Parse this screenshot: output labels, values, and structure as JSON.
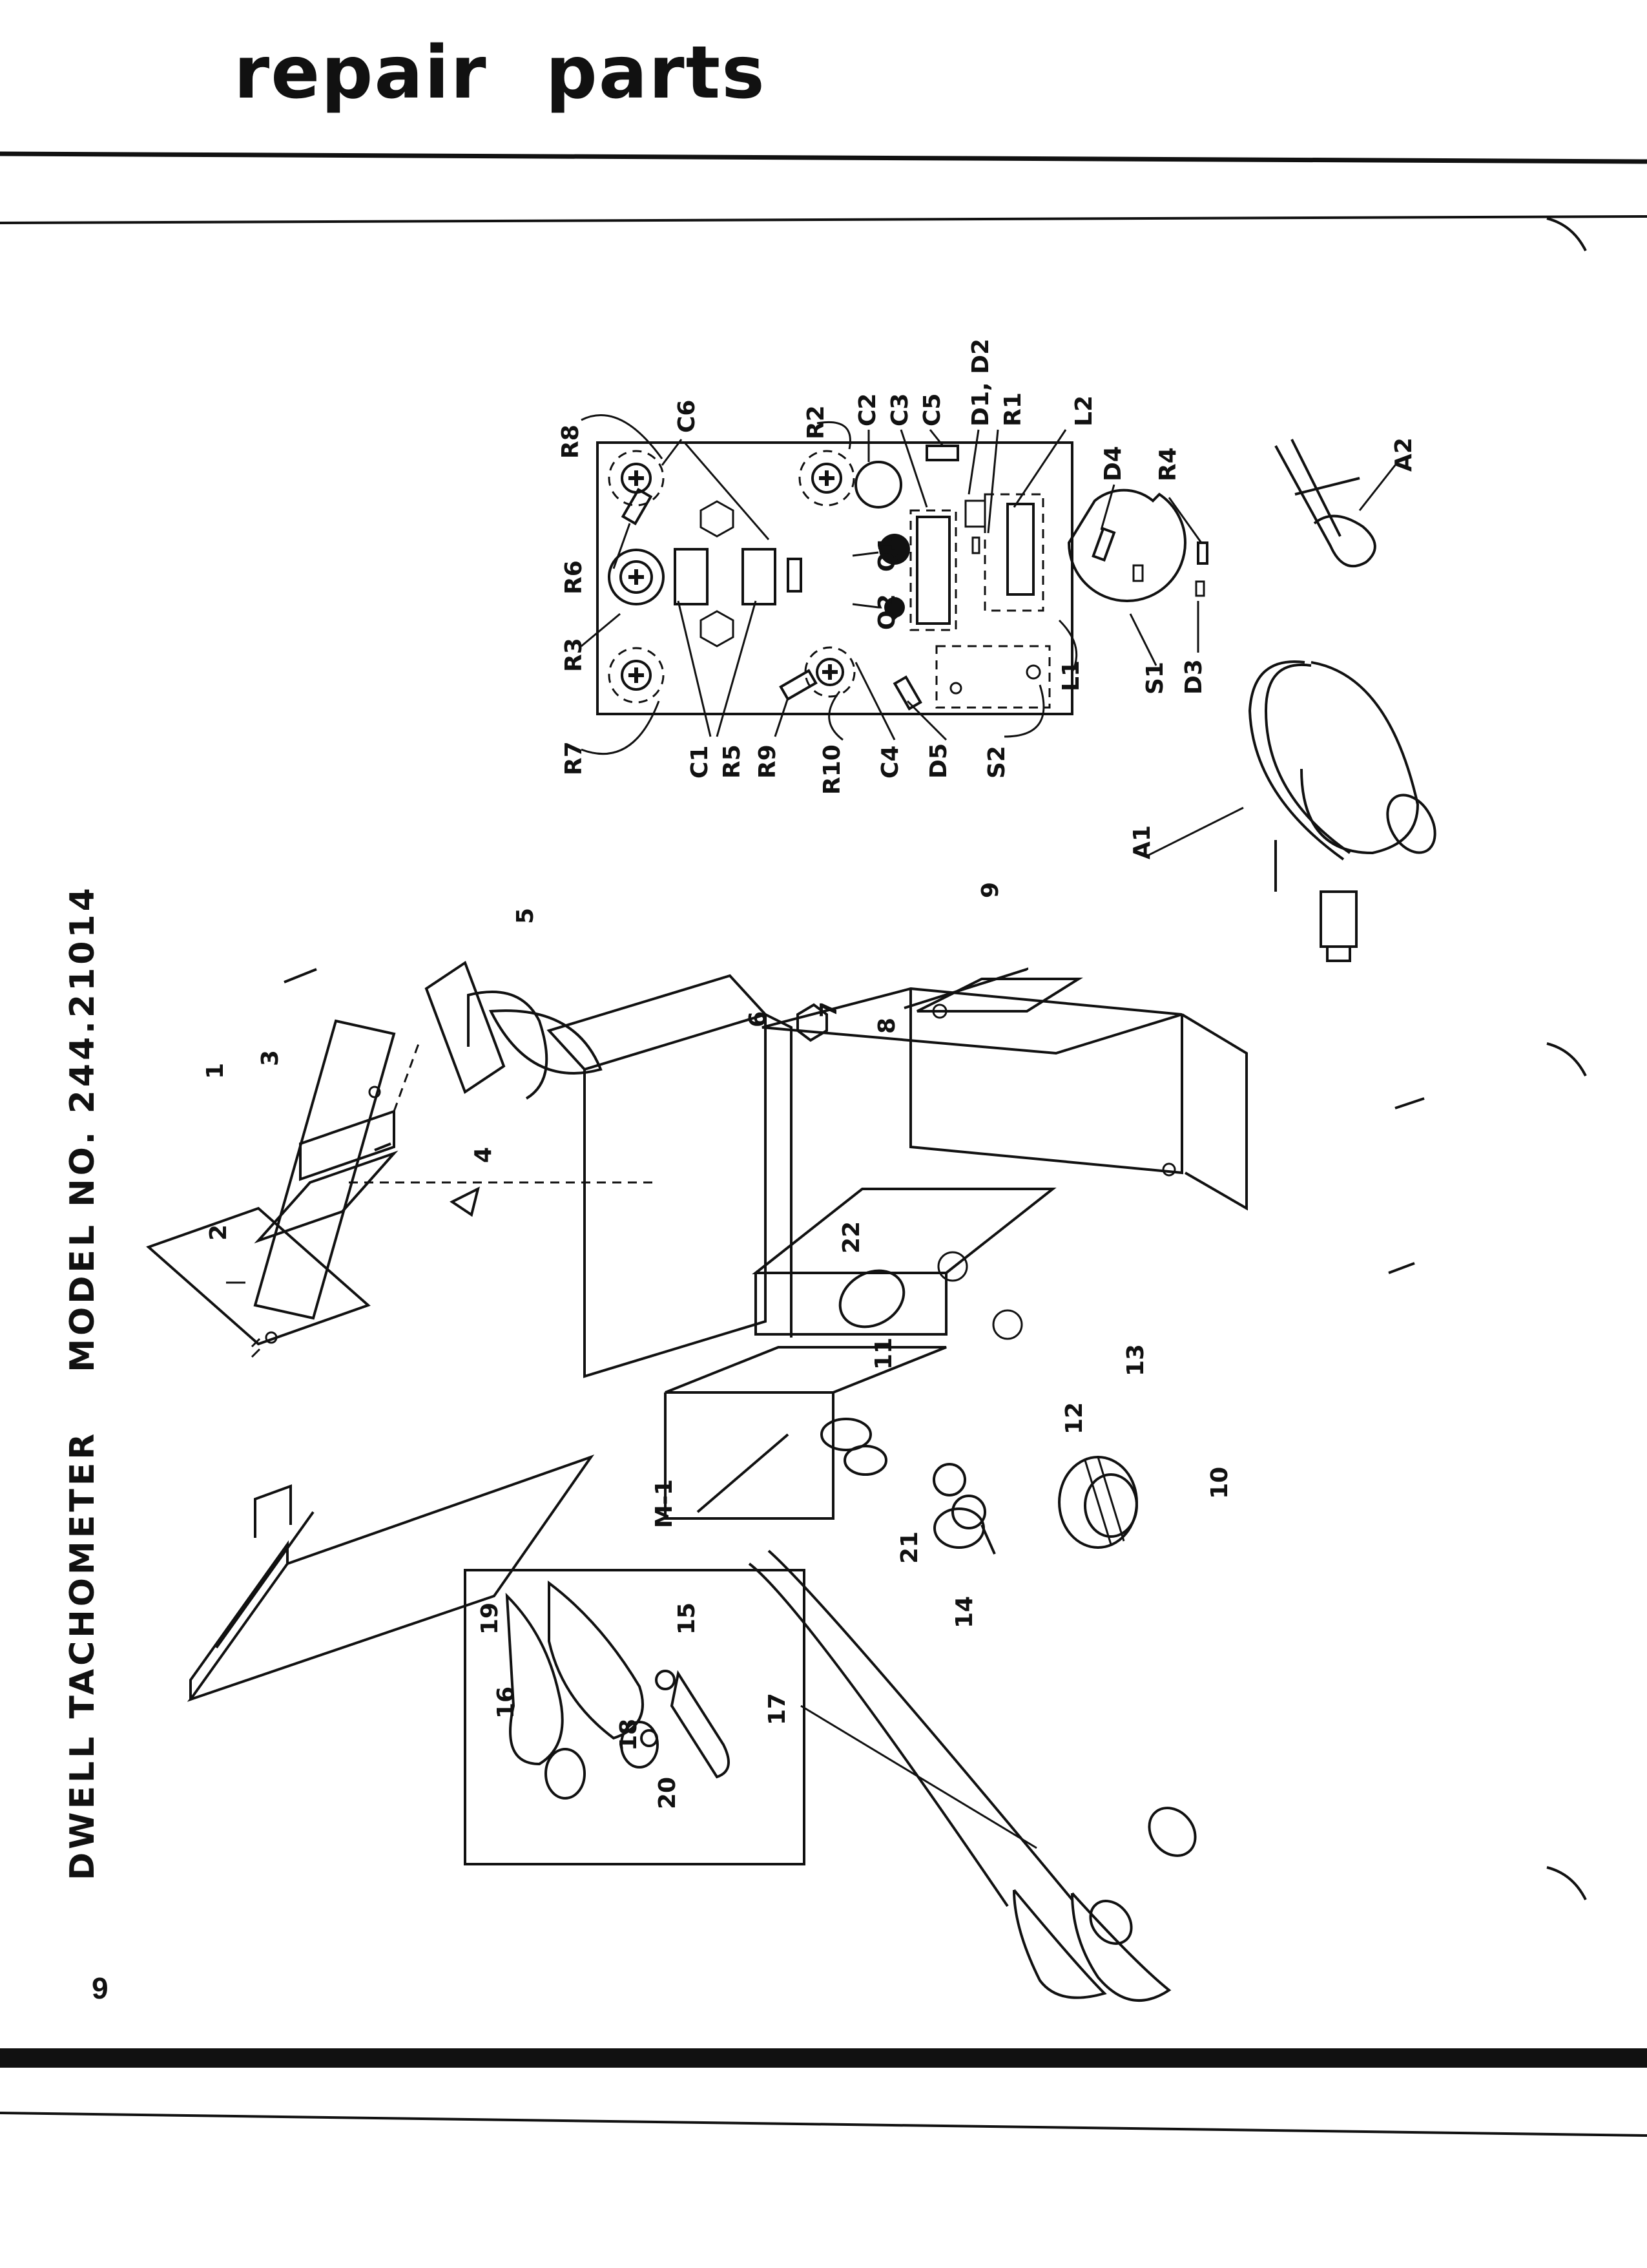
{
  "page": {
    "title_words": [
      "repair",
      "parts"
    ],
    "model_caption": [
      "DWELL TACHOMETER",
      "MODEL NO. 244.21014"
    ],
    "page_number": "9"
  },
  "board_labels": {
    "R8": "R8",
    "C6": "C6",
    "R2": "R2",
    "C2": "C2",
    "C3": "C3",
    "C5": "C5",
    "D1_D2": "D1, D2",
    "R1": "R1",
    "L2": "L2",
    "D4": "D4",
    "R4": "R4",
    "R6": "R6",
    "Q1": "Q1",
    "Q2": "Q2",
    "R3": "R3",
    "R7": "R7",
    "C1": "C1",
    "R5": "R5",
    "R9": "R9",
    "R10": "R10",
    "C4": "C4",
    "D5": "D5",
    "S2": "S2",
    "L1": "L1",
    "S1": "S1",
    "D3": "D3"
  },
  "accessory_labels": {
    "A1": "A1",
    "A2": "A2"
  },
  "exploded_labels": {
    "p1": "1",
    "p2": "2",
    "p3": "3",
    "p4": "4",
    "p5": "5",
    "p6": "6",
    "p7": "7",
    "p8": "8",
    "p9": "9",
    "p10": "10",
    "p11": "11",
    "p12": "12",
    "p13": "13",
    "p14": "14",
    "p15": "15",
    "p16": "16",
    "p17": "17",
    "p18": "18",
    "p19": "19",
    "p20": "20",
    "p21": "21",
    "p22": "22",
    "M1": "M-1"
  }
}
